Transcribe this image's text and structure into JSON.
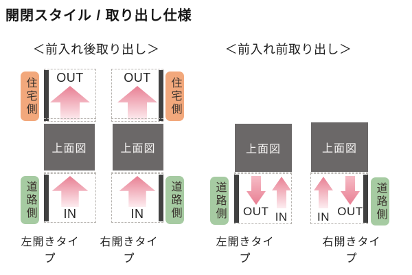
{
  "title": "開閉スタイル / 取り出し仕様",
  "sections": [
    {
      "header": "＜前入れ後取り出し＞",
      "diagrams": [
        {
          "caption": "左開きタイプ",
          "hinge": "left",
          "house_label": "住宅側",
          "road_label": "道路側",
          "box_label": "上面図",
          "out_label": "OUT",
          "in_label": "IN"
        },
        {
          "caption": "右開きタイプ",
          "hinge": "right",
          "house_label": "住宅側",
          "road_label": "道路側",
          "box_label": "上面図",
          "out_label": "OUT",
          "in_label": "IN"
        }
      ]
    },
    {
      "header": "＜前入れ前取り出し＞",
      "diagrams": [
        {
          "caption": "左開きタイプ",
          "hinge": "left",
          "road_label": "道路側",
          "box_label": "上面図",
          "out_label": "OUT",
          "in_label": "IN"
        },
        {
          "caption": "右開きタイプ",
          "hinge": "right",
          "road_label": "道路側",
          "box_label": "上面図",
          "out_label": "OUT",
          "in_label": "IN"
        }
      ]
    }
  ],
  "colors": {
    "house_side_bg": "#f2a87c",
    "road_side_bg": "#a6cba2",
    "top_view_box_bg": "#6b6868",
    "hinge_bar": "#414141",
    "arrow_tip_pink": "#e87f93",
    "arrow_tail_pink": "#fdedf0",
    "dashed_line": "#b6b3af"
  }
}
